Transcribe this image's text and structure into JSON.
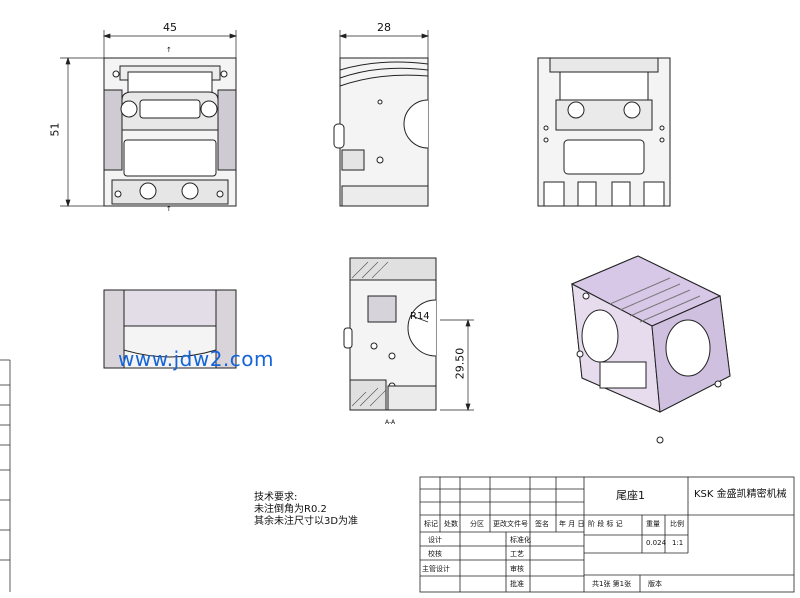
{
  "dimensions": {
    "width_45": "45",
    "width_28": "28",
    "height_51": "51",
    "radius_r14": "R14",
    "height_2950": "29.50"
  },
  "section_markers": {
    "top": "↑",
    "bottom": "↑",
    "section_label": "A-A"
  },
  "watermark": "www.jdw2.com",
  "notes": {
    "line1": "技术要求:",
    "line2": "未注倒角为R0.2",
    "line3": "其余未注尺寸以3D为准"
  },
  "title_block": {
    "part_name": "尾座1",
    "company": "KSK 金盛凯精密机械",
    "headers": [
      "标记",
      "处数",
      "分区",
      "更改文件号",
      "签名",
      "年 月 日"
    ],
    "stage_headers": [
      "阶 段 标 记",
      "重量",
      "比例"
    ],
    "weight": "0.024",
    "scale": "1:1",
    "rows": [
      "设计",
      "校核",
      "主管设计"
    ],
    "mid_rows": [
      "标准化",
      "工艺",
      "审核",
      "批准"
    ],
    "sheet_info": "共1张 第1张",
    "version": "版本"
  },
  "colors": {
    "line": "#222222",
    "part_face": "#f4f4f4",
    "shade": "#c9c6cc",
    "iso_face": "#d8c8e8",
    "watermark": "#1565d8"
  }
}
